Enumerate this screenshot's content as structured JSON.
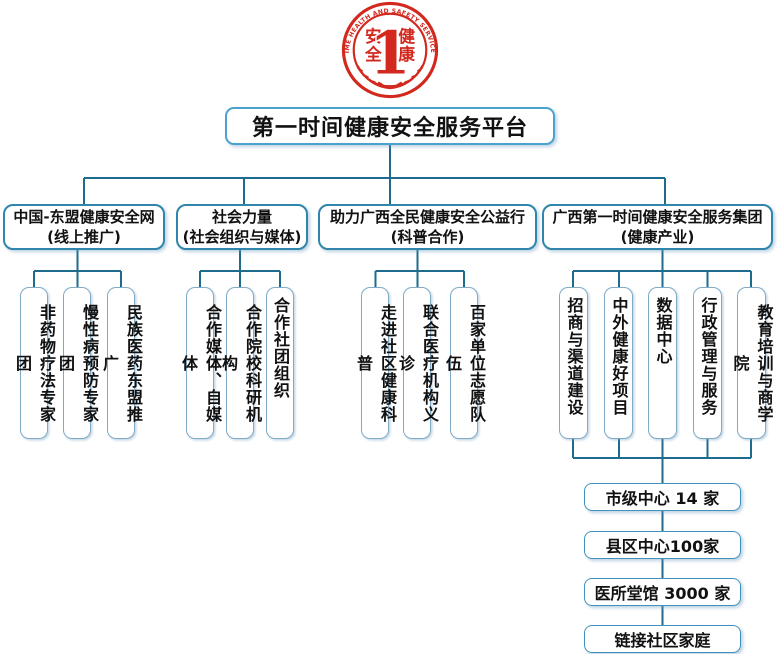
{
  "title": "第一时间健康安全服务平台",
  "logo": {
    "arc_text": "FIRST TIME HEALTH AND SAFETY SERVICE GROUP",
    "numeral": "1",
    "left_top": "安",
    "left_bottom": "全",
    "right_top": "健",
    "right_bottom": "康",
    "color": "#d2281e"
  },
  "colors": {
    "connector_line": "#1e6b8e",
    "header_border": "#2f85ab",
    "child_border": "#7fabc7",
    "title_border": "#49a3cd",
    "chain_border": "#3f93bb",
    "text": "#111111",
    "logo_red": "#d2281e"
  },
  "branches": [
    {
      "title": "中国-东盟健康安全网",
      "subtitle": "(线上推广)",
      "children": [
        "非药物疗法专家团",
        "慢性病预防专家团",
        "民族医药东盟推广"
      ]
    },
    {
      "title": "社会力量",
      "subtitle": "(社会组织与媒体)",
      "children": [
        "合作媒体、自媒体",
        "合作院校科研机构",
        "合作社团组织"
      ]
    },
    {
      "title": "助力广西全民健康安全公益行",
      "subtitle": "(科普合作)",
      "children": [
        "走进社区健康科普",
        "联合医疗机构义诊",
        "百家单位志愿队伍"
      ]
    },
    {
      "title": "广西第一时间健康安全服务集团",
      "subtitle": "(健康产业)",
      "children": [
        "招商与渠道建设",
        "中外健康好项目",
        "数据中心",
        "行政管理与服务",
        "教育培训与商学院"
      ]
    }
  ],
  "chain": [
    "市级中心 14 家",
    "县区中心100家",
    "医所堂馆 3000 家",
    "链接社区家庭"
  ]
}
